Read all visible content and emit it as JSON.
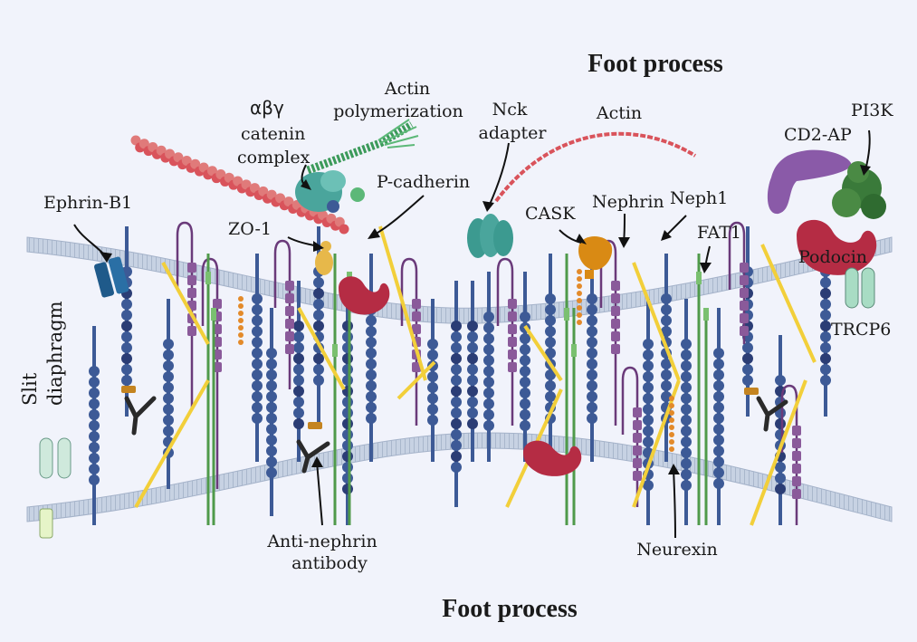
{
  "titles": {
    "top": "Foot process",
    "bottom": "Foot process",
    "side_line1": "Slit",
    "side_line2": "diaphragm"
  },
  "labels": {
    "ephrin": "Ephrin-B1",
    "catenin_greek": "αβγ",
    "catenin_line1": "catenin",
    "catenin_line2": "complex",
    "actin_poly_line1": "Actin",
    "actin_poly_line2": "polymerization",
    "zo1": "ZO-1",
    "pcadherin": "P-cadherin",
    "nck_line1": "Nck",
    "nck_line2": "adapter",
    "actin": "Actin",
    "cask": "CASK",
    "nephrin": "Nephrin",
    "neph1": "Neph1",
    "fat1": "FAT1",
    "cd2ap": "CD2-AP",
    "pi3k": "PI3K",
    "podocin": "Podocin",
    "trcp6": "TRCP6",
    "anti_nephrin_line1": "Anti-nephrin",
    "anti_nephrin_line2": "antibody",
    "neurexin": "Neurexin"
  },
  "colors": {
    "background": "#f1f3fb",
    "membrane": "#b9c6d9",
    "nephrin_blue": "#3d5a96",
    "dark_blue": "#2b3d75",
    "purple_domain": "#8a5a9a",
    "green_fat1": "#4f9a4a",
    "yellow_cadherin": "#f2cf3a",
    "orange_neurexin": "#e38a2a",
    "podocin_red": "#b52c44",
    "cd2ap_purple": "#8a5aa8",
    "pi3k_green": "#3a7a3a",
    "actin_red": "#d9535b",
    "teal_catenin": "#4aa59c",
    "cask_orange": "#e0a020",
    "ephrin_blue": "#1f5a8a",
    "trcp6_mint": "#a8dcc4"
  }
}
